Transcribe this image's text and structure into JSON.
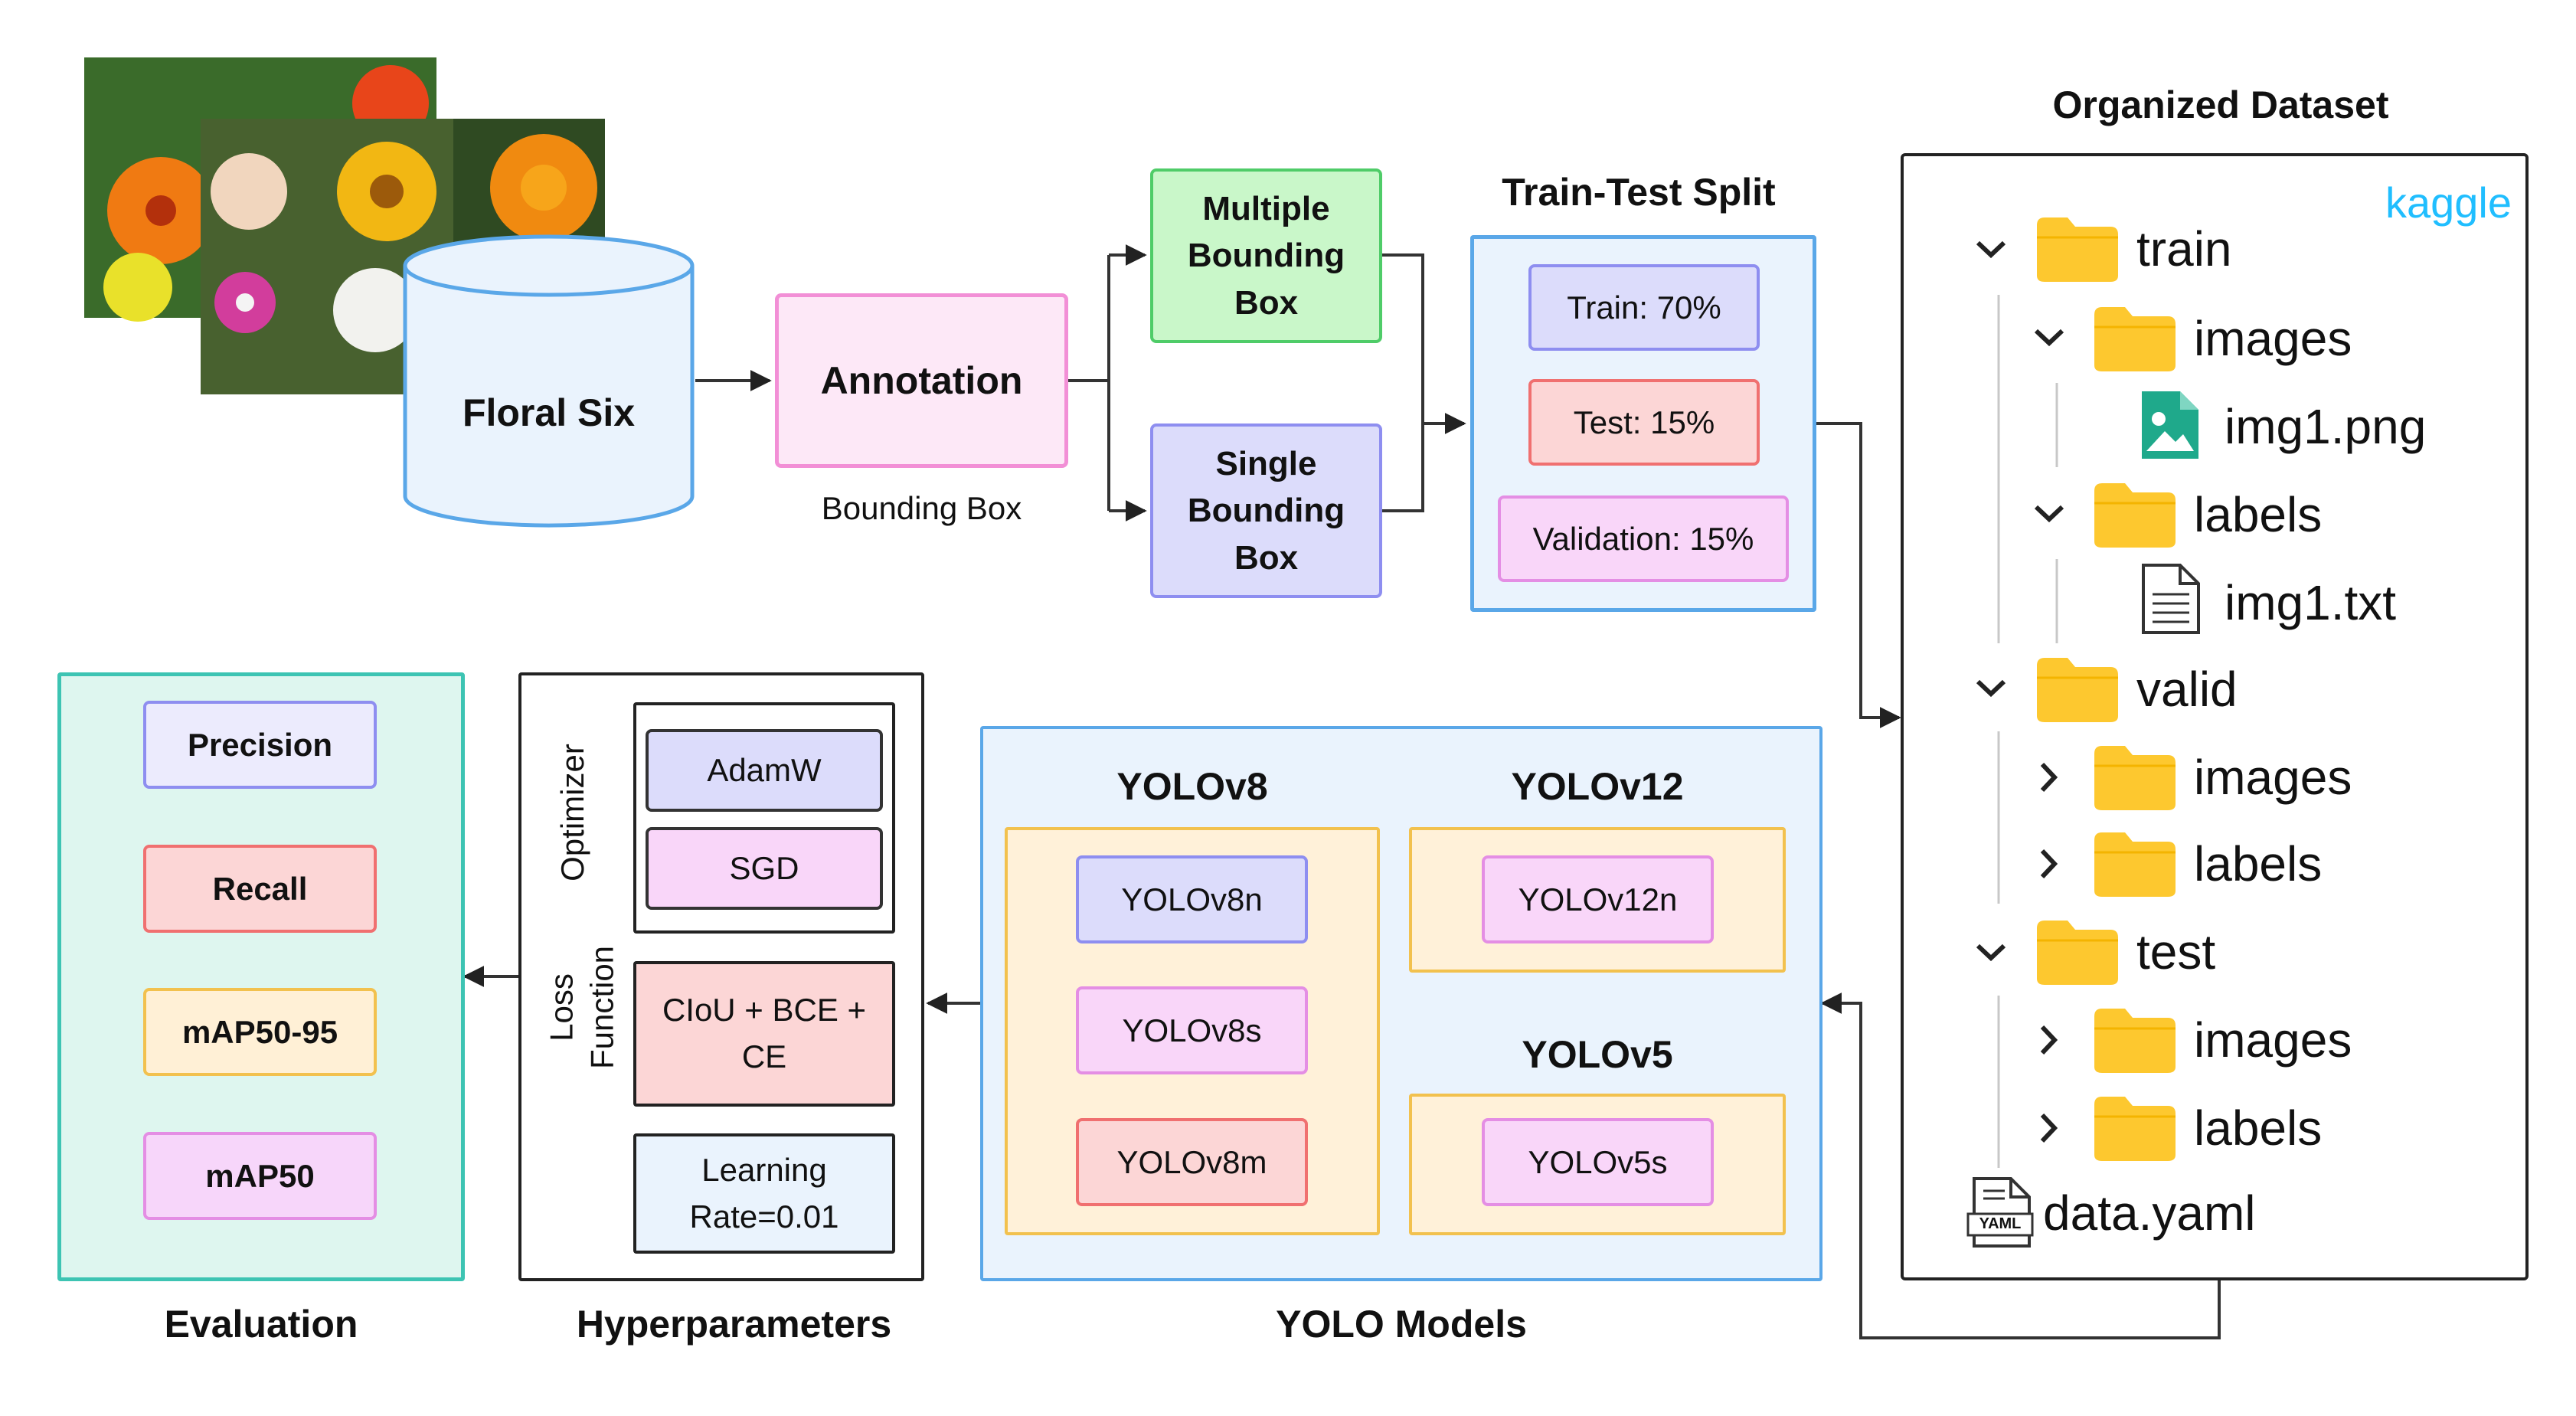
{
  "dataset": {
    "name": "Floral Six",
    "photo_collage": "flower-photo-collage"
  },
  "annotation": {
    "label": "Annotation",
    "caption": "Bounding Box",
    "types": [
      "Multiple Bounding Box",
      "Single Bounding Box"
    ]
  },
  "split": {
    "title": "Train-Test Split",
    "items": [
      {
        "label": "Train: 70%",
        "color": "#dcdcfb"
      },
      {
        "label": "Test: 15%",
        "color": "#fcd6d6"
      },
      {
        "label": "Validation: 15%",
        "color": "#f9d6f9"
      }
    ]
  },
  "organized": {
    "title": "Organized Dataset",
    "brand": "kaggle",
    "tree": [
      {
        "label": "train"
      },
      {
        "label": "images"
      },
      {
        "label": "img1.png"
      },
      {
        "label": "labels"
      },
      {
        "label": "img1.txt"
      },
      {
        "label": "valid"
      },
      {
        "label": "images"
      },
      {
        "label": "labels"
      },
      {
        "label": "test"
      },
      {
        "label": "images"
      },
      {
        "label": "labels"
      },
      {
        "label": "data.yaml"
      }
    ],
    "yaml_badge": "YAML"
  },
  "models": {
    "title": "YOLO Models",
    "groups": [
      {
        "title": "YOLOv8",
        "items": [
          "YOLOv8n",
          "YOLOv8s",
          "YOLOv8m"
        ]
      },
      {
        "title": "YOLOv12",
        "items": [
          "YOLOv12n"
        ]
      },
      {
        "title": "YOLOv5",
        "items": [
          "YOLOv5s"
        ]
      }
    ]
  },
  "hyper": {
    "title": "Hyperparameters",
    "optimizer_label": "Optimizer",
    "optimizers": [
      "AdamW",
      "SGD"
    ],
    "loss_label_1": "Loss",
    "loss_label_2": "Function",
    "loss_line1": "CIoU + BCE +",
    "loss_line2": "CE",
    "lr_line1": "Learning",
    "lr_line2": "Rate=0.01"
  },
  "evaluation": {
    "title": "Evaluation",
    "metrics": [
      {
        "label": "Precision",
        "color": "#ecebfd"
      },
      {
        "label": "Recall",
        "color": "#fcd6d6"
      },
      {
        "label": "mAP50-95",
        "color": "#fff0d6"
      },
      {
        "label": "mAP50",
        "color": "#f7d6fa"
      }
    ]
  },
  "colors": {
    "green": "#c9f7c9",
    "lavender": "#dcdcfb",
    "pink": "#fde8f7",
    "lightblue": "#eaf3fd",
    "blue_border": "#5aa7e8",
    "cream": "#fff1d9",
    "amber_border": "#f2c14e",
    "teal": "#def6ef",
    "teal_border": "#3dc4b3",
    "folder": "#fdc82f"
  }
}
